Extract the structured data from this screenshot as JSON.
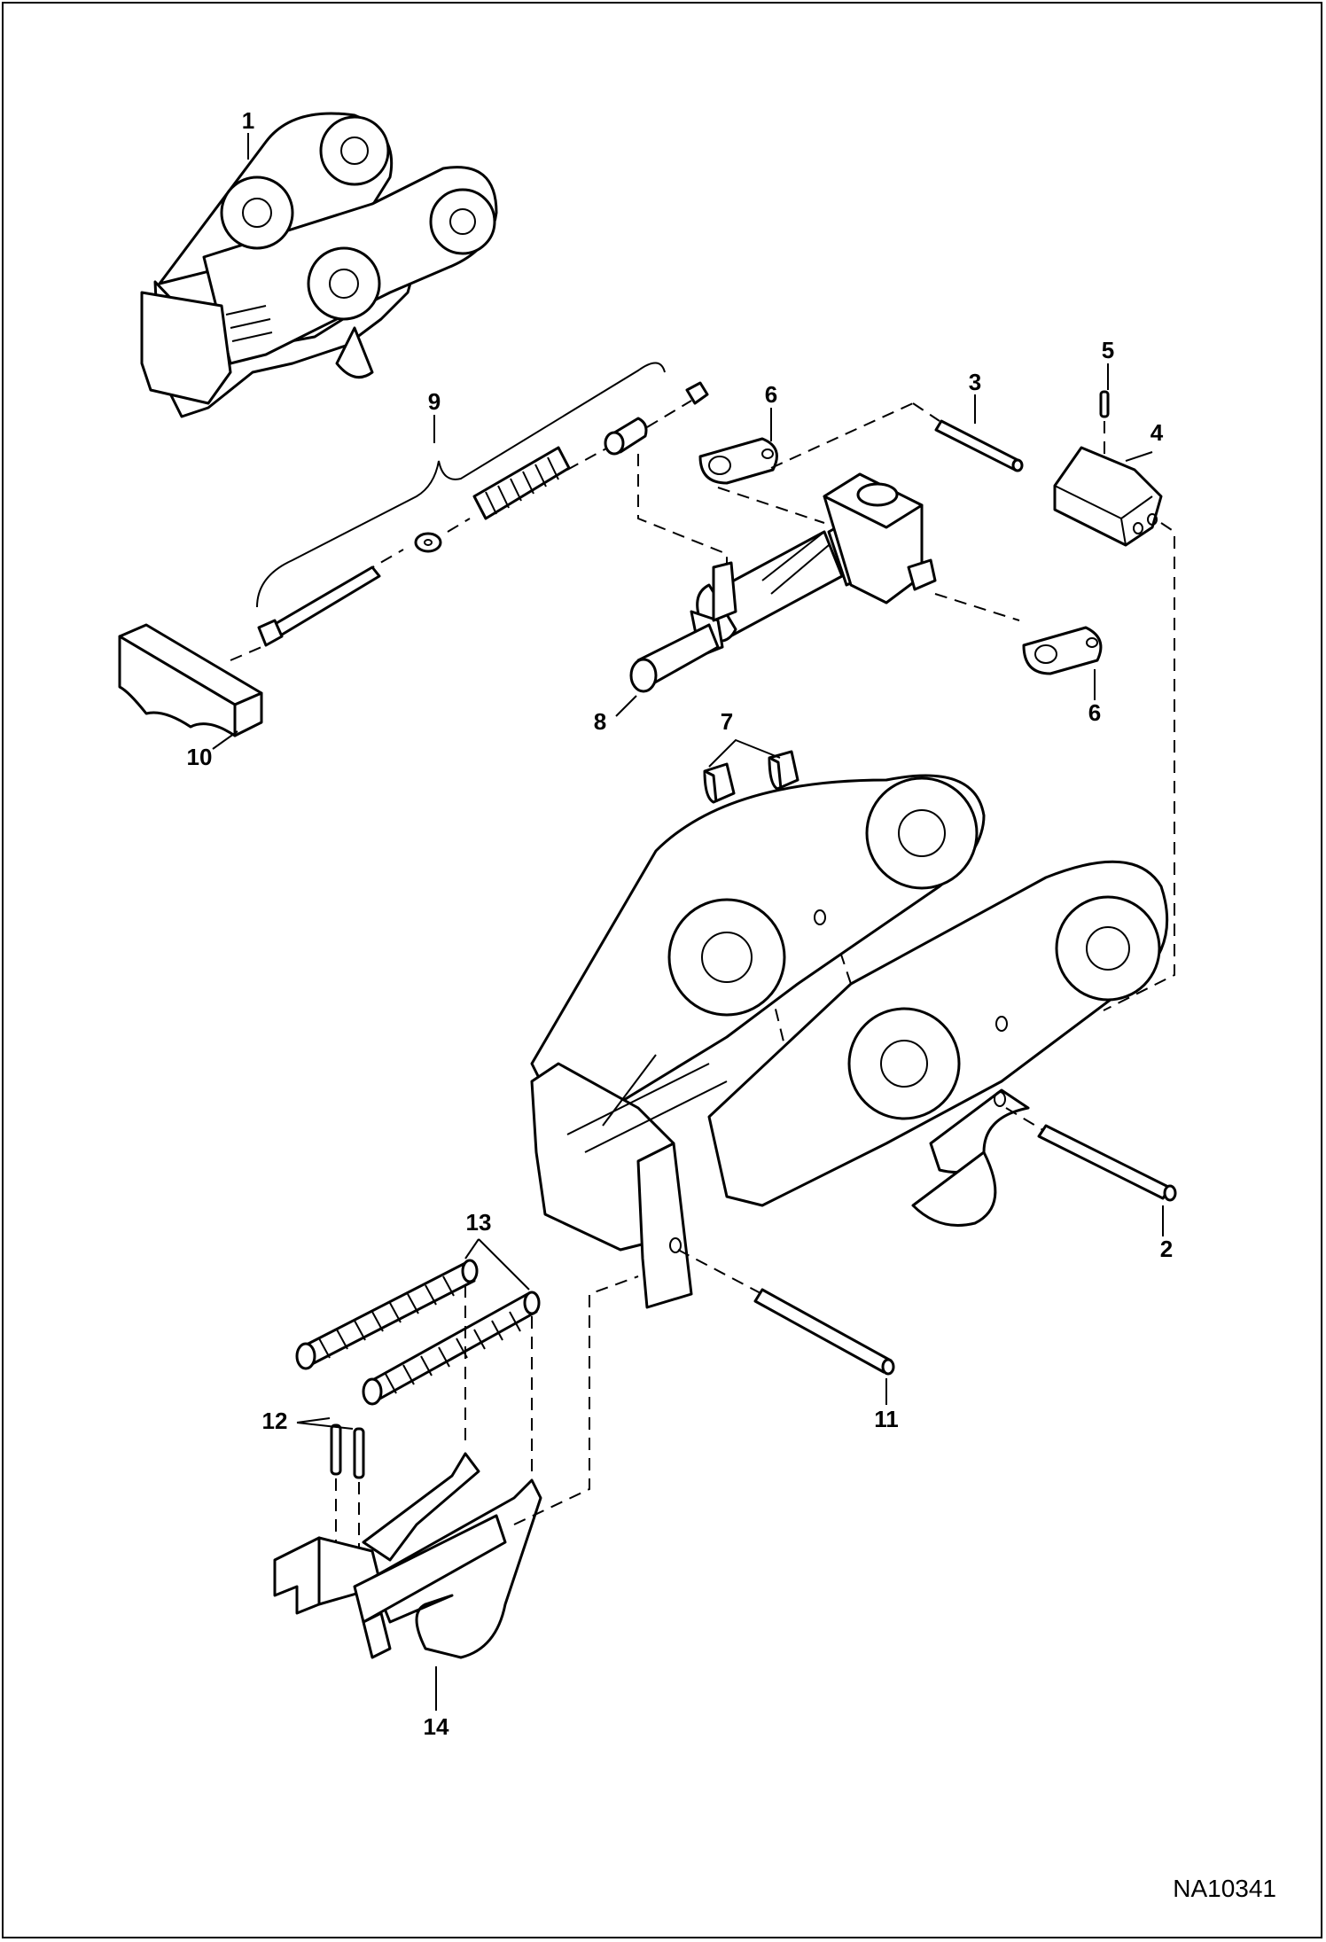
{
  "figure_code": "NA10341",
  "callouts": {
    "c1": "1",
    "c2": "2",
    "c3": "3",
    "c4": "4",
    "c5": "5",
    "c6a": "6",
    "c6b": "6",
    "c7": "7",
    "c8": "8",
    "c9": "9",
    "c10": "10",
    "c11": "11",
    "c12": "12",
    "c13": "13",
    "c14": "14"
  }
}
